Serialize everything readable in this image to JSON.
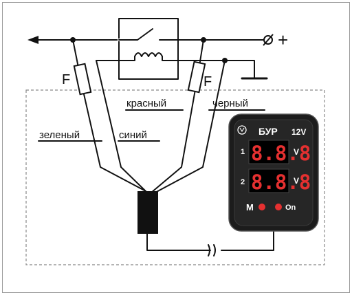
{
  "diagram": {
    "plus_sign": "+",
    "fuse_left_label": "F",
    "fuse_right_label": "F",
    "wire_labels": {
      "green": "зеленый",
      "blue": "синий",
      "red": "красный",
      "black": "черный"
    }
  },
  "device": {
    "title": "БУР",
    "voltage": "12V",
    "row1": {
      "index": "1",
      "reading": "8.8.8",
      "unit": "V"
    },
    "row2": {
      "index": "2",
      "reading": "8.8.8",
      "unit": "V"
    },
    "btn_m_label": "M",
    "btn_on_label": "On",
    "accent_red": "#e53030"
  }
}
